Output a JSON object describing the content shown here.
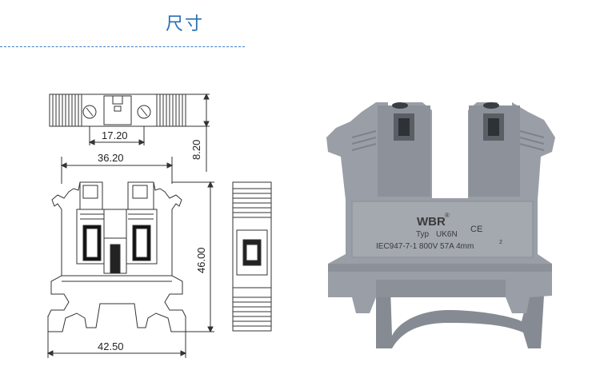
{
  "header": {
    "title": "尺寸"
  },
  "drawing": {
    "dims": {
      "top_width": "17.20",
      "top_height": "8.20",
      "body_width": "36.20",
      "height": "46.00",
      "base_width": "42.50"
    }
  },
  "product": {
    "brand": "WBR",
    "brand_mark": "®",
    "type_label": "Typ",
    "model": "UK6N",
    "ce_mark": "CE",
    "spec": "IEC947-7-1  800V 57A 4mm",
    "spec_sup": "2"
  },
  "colors": {
    "accent": "#2a6fb5",
    "product_grey": "#9a9ea6",
    "line": "#333333"
  }
}
